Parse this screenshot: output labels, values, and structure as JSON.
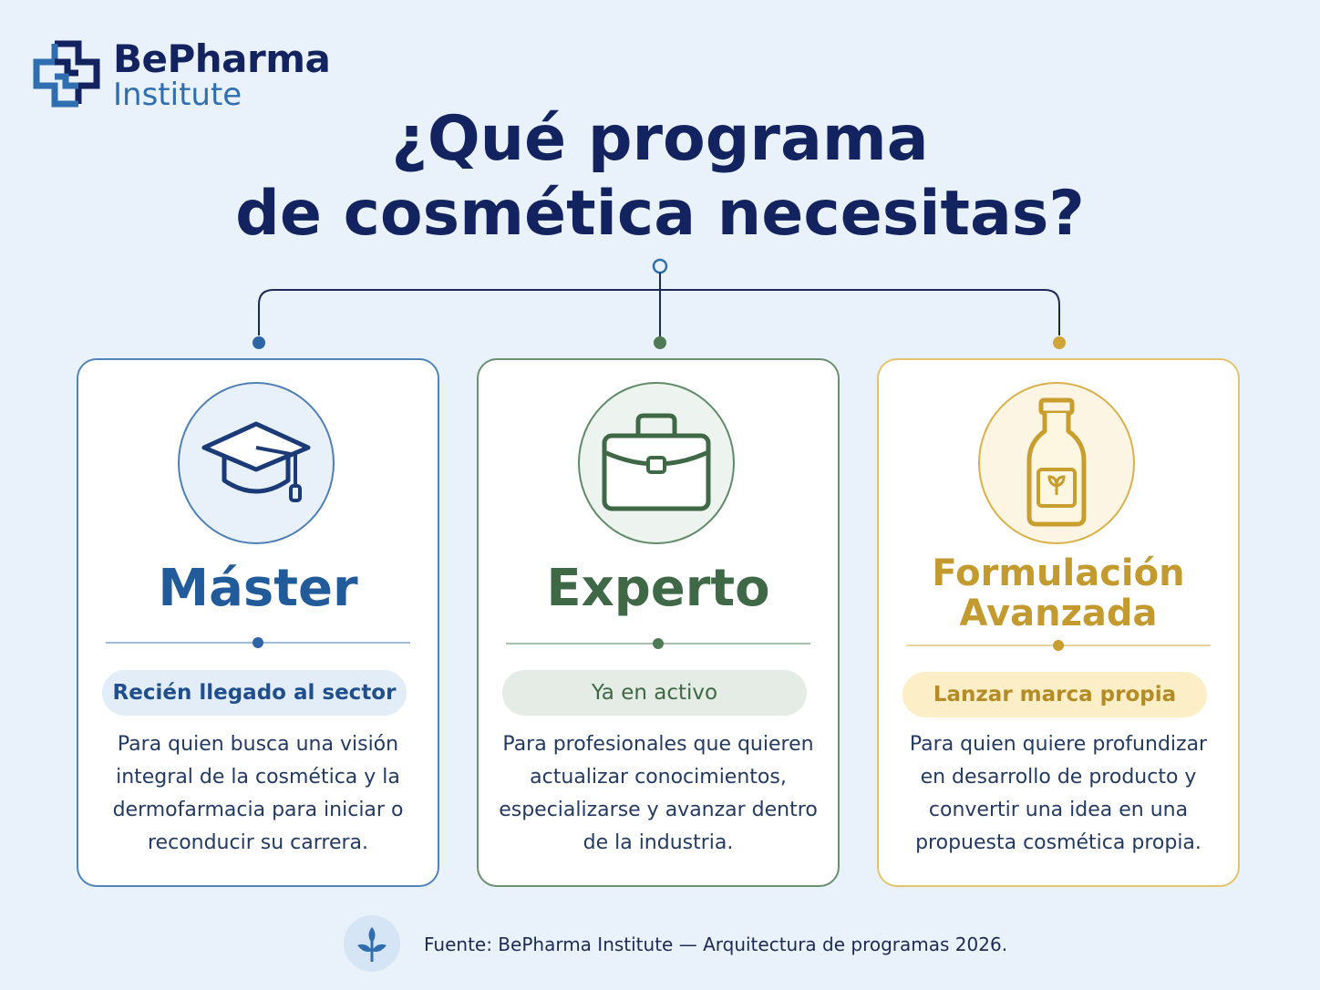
{
  "brand": {
    "name": "BePharma",
    "subtitle": "Institute",
    "colors": {
      "navy": "#13235f",
      "blue": "#2f6fb0"
    }
  },
  "title": {
    "line1": "¿Qué programa",
    "line2": "de cosmética necesitas?"
  },
  "programs": [
    {
      "title": "Máster",
      "tag": "Recién llegado al sector",
      "description": "Para quien busca una visión integral de la cosmética y la dermofarmacia para iniciar o reconducir su carrera.",
      "icon": "graduation-cap-icon",
      "color": "#225b9a"
    },
    {
      "title": "Experto",
      "tag": "Ya en activo",
      "description": "Para profesionales que quieren actualizar conocimientos, especializarse y avanzar dentro de la industria.",
      "icon": "briefcase-icon",
      "color": "#3f6847"
    },
    {
      "title_line1": "Formulación",
      "title_line2": "Avanzada",
      "tag": "Lanzar marca propia",
      "description": "Para quien quiere profundizar en desarrollo de producto y convertir una idea en una propuesta cosmética propia.",
      "icon": "bottle-icon",
      "color": "#c29a2f"
    }
  ],
  "footer": {
    "source": "Fuente: BePharma Institute — Arquitectura de programas 2026.",
    "icon": "sprout-icon"
  }
}
